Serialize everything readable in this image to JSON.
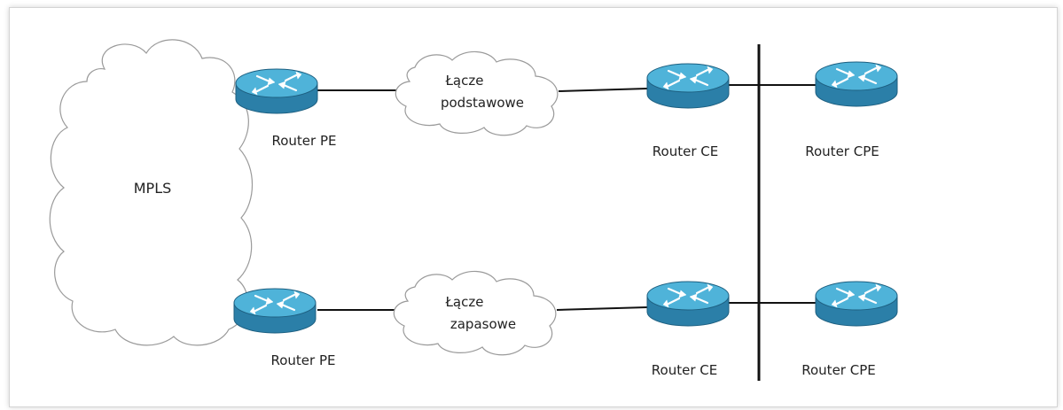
{
  "network": {
    "cloud_label": "MPLS",
    "links": {
      "primary_label_line1": "Łącze",
      "primary_label_line2": "podstawowe",
      "backup_label_line1": "Łącze",
      "backup_label_line2": "zapasowe"
    },
    "routers": {
      "pe_top": "Router PE",
      "pe_bottom": "Router PE",
      "ce_top": "Router CE",
      "ce_bottom": "Router CE",
      "cpe_top": "Router CPE",
      "cpe_bottom": "Router CPE"
    }
  },
  "colors": {
    "router_top": "#4fb3d9",
    "router_side": "#2b7fa8",
    "router_edge": "#1d5f80",
    "cloud_stroke": "#9a9a9a",
    "line": "#111111"
  },
  "icons": [
    "router-icon",
    "cloud-icon"
  ]
}
